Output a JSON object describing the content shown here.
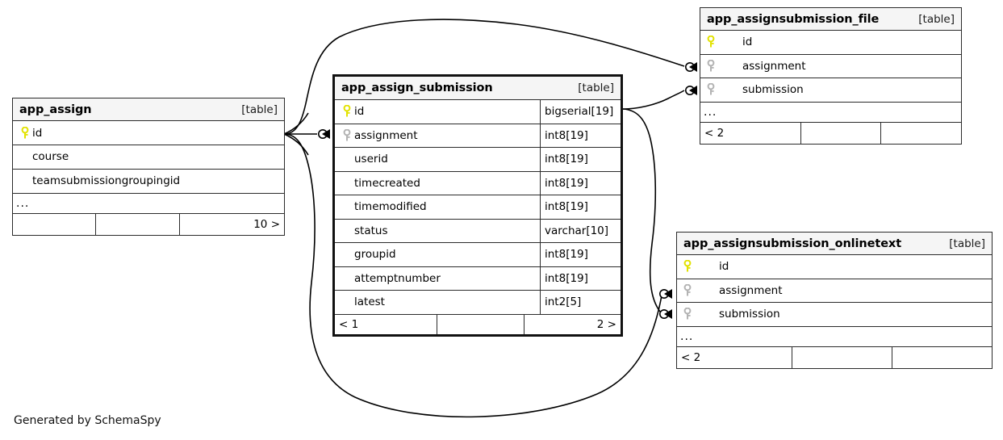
{
  "diagram": {
    "credit": "Generated by SchemaSpy",
    "table_tag": "[table]",
    "ellipsis": "...",
    "colors": {
      "primary_key": "#e8e800",
      "foreign_key": "#b3b3b3",
      "header_bg": "#f5f5f5",
      "border": "#2b2b2b",
      "text": "#000000"
    }
  },
  "tables": [
    {
      "id": "app_assign",
      "title": "app_assign",
      "tag": "[table]",
      "columns": [
        {
          "name": "id",
          "key": "primary",
          "type": ""
        },
        {
          "name": "course",
          "key": "none",
          "type": ""
        },
        {
          "name": "teamsubmissiongroupingid",
          "key": "none",
          "type": ""
        }
      ],
      "has_ellipsis": true,
      "footer": [
        "",
        "",
        "10 >"
      ]
    },
    {
      "id": "app_assign_submission",
      "title": "app_assign_submission",
      "tag": "[table]",
      "columns": [
        {
          "name": "id",
          "key": "primary",
          "type": "bigserial[19]"
        },
        {
          "name": "assignment",
          "key": "foreign",
          "type": "int8[19]"
        },
        {
          "name": "userid",
          "key": "none",
          "type": "int8[19]"
        },
        {
          "name": "timecreated",
          "key": "none",
          "type": "int8[19]"
        },
        {
          "name": "timemodified",
          "key": "none",
          "type": "int8[19]"
        },
        {
          "name": "status",
          "key": "none",
          "type": "varchar[10]"
        },
        {
          "name": "groupid",
          "key": "none",
          "type": "int8[19]"
        },
        {
          "name": "attemptnumber",
          "key": "none",
          "type": "int8[19]"
        },
        {
          "name": "latest",
          "key": "none",
          "type": "int2[5]"
        }
      ],
      "has_ellipsis": false,
      "footer": [
        "< 1",
        "",
        "2 >"
      ]
    },
    {
      "id": "app_assignsubmission_file",
      "title": "app_assignsubmission_file",
      "tag": "[table]",
      "columns": [
        {
          "name": "id",
          "key": "primary",
          "type": ""
        },
        {
          "name": "assignment",
          "key": "foreign",
          "type": ""
        },
        {
          "name": "submission",
          "key": "foreign",
          "type": ""
        }
      ],
      "has_ellipsis": true,
      "footer": [
        "< 2",
        "",
        ""
      ]
    },
    {
      "id": "app_assignsubmission_onlinetext",
      "title": "app_assignsubmission_onlinetext",
      "tag": "[table]",
      "columns": [
        {
          "name": "id",
          "key": "primary",
          "type": ""
        },
        {
          "name": "assignment",
          "key": "foreign",
          "type": ""
        },
        {
          "name": "submission",
          "key": "foreign",
          "type": ""
        }
      ],
      "has_ellipsis": true,
      "footer": [
        "< 2",
        "",
        ""
      ]
    }
  ],
  "relationships": [
    {
      "from": "app_assign.id",
      "to": "app_assign_submission.assignment",
      "cardinality": "zero-or-many"
    },
    {
      "from": "app_assign.id",
      "to": "app_assignsubmission_file.assignment",
      "cardinality": "zero-or-many"
    },
    {
      "from": "app_assign.id",
      "to": "app_assignsubmission_onlinetext.assignment",
      "cardinality": "zero-or-many"
    },
    {
      "from": "app_assign_submission.id",
      "to": "app_assignsubmission_file.submission",
      "cardinality": "zero-or-many"
    },
    {
      "from": "app_assign_submission.id",
      "to": "app_assignsubmission_onlinetext.submission",
      "cardinality": "zero-or-many"
    }
  ]
}
